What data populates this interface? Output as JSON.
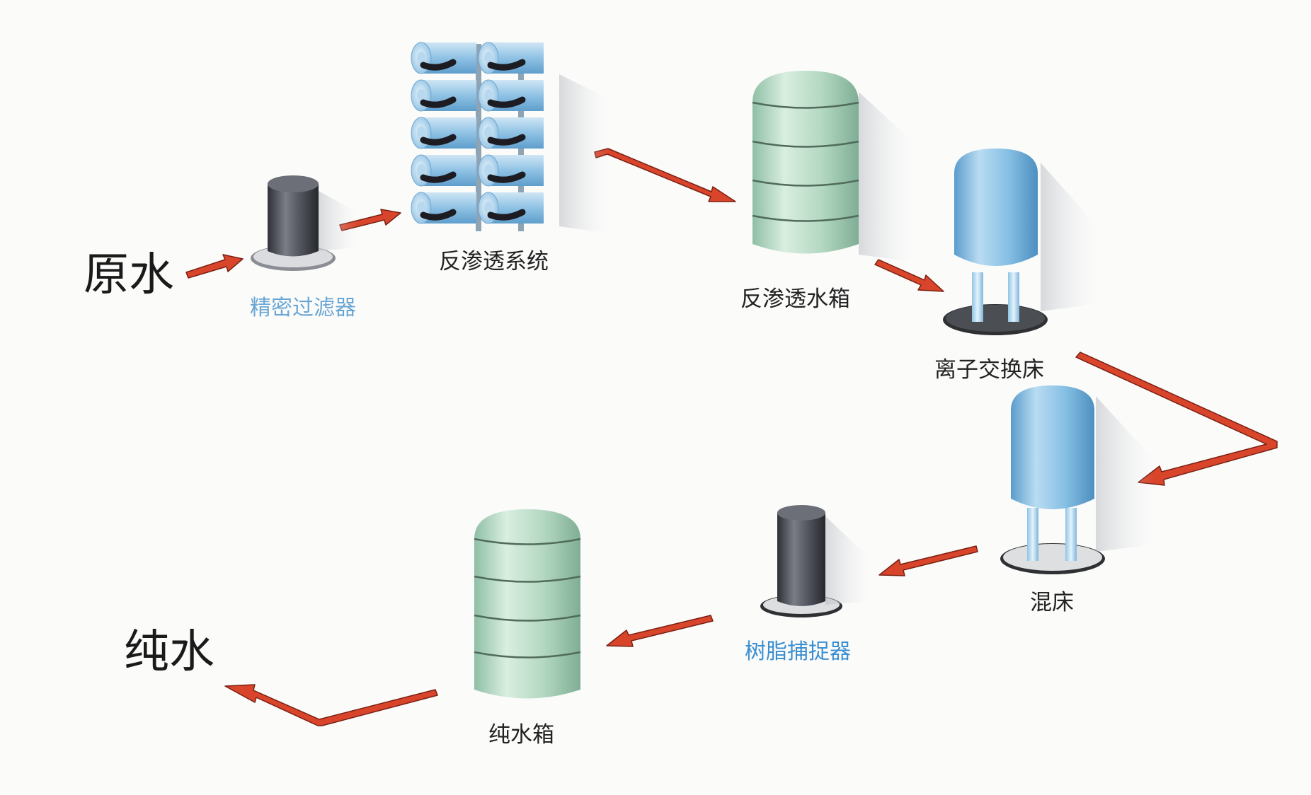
{
  "labels": {
    "raw_water": "原水",
    "precision_filter": "精密过滤器",
    "ro_system": "反渗透系统",
    "ro_tank": "反渗透水箱",
    "ion_exchange": "离子交换床",
    "mixed_bed": "混床",
    "resin_trap": "树脂捕捉器",
    "pure_tank": "纯水箱",
    "pure_water": "纯水"
  },
  "colors": {
    "arrow": "#d8452b",
    "arrow_edge": "#7a1f12",
    "label_blue": "#3b8fd0",
    "label_blue_light": "#6aa6d4",
    "tank_green": "#b7d9c4",
    "tank_blue": "#7fb6dc",
    "filter_dark": "#4a4d55"
  },
  "icons": [
    "precision-filter-icon",
    "ro-membrane-rack-icon",
    "ro-tank-icon",
    "ion-exchange-bed-icon",
    "mixed-bed-icon",
    "resin-trap-icon",
    "pure-water-tank-icon"
  ]
}
